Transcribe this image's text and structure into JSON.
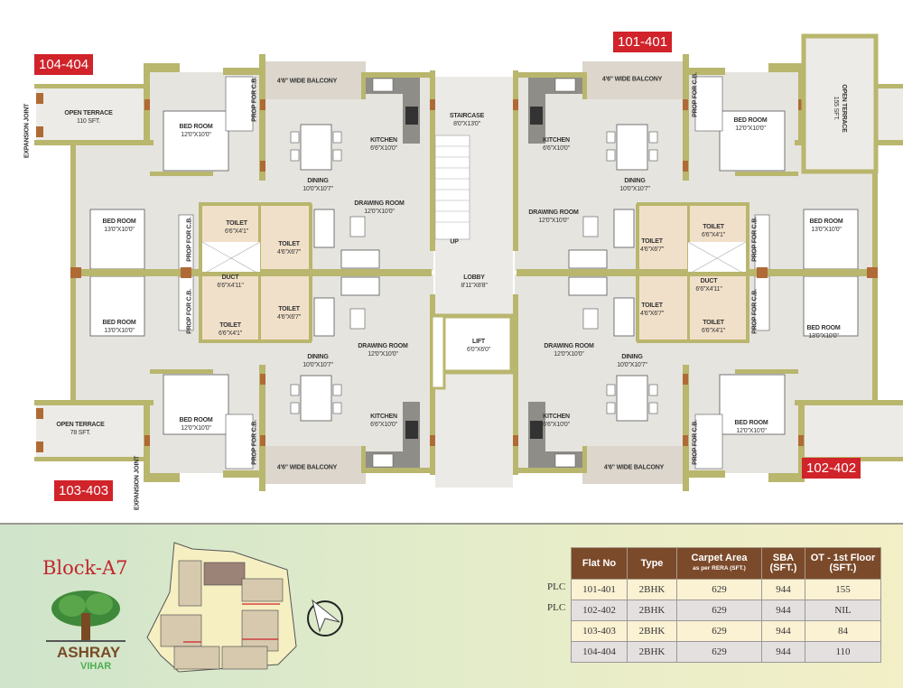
{
  "tags": {
    "u1": "104-404",
    "u2": "101-401",
    "u3": "103-403",
    "u4": "102-402"
  },
  "labels": {
    "expansion_joint": "EXPANSION JOINT",
    "open_terrace": "OPEN TERRACE",
    "terrace_110": "110 SFT.",
    "terrace_155": "155 SFT.",
    "terrace_78": "78 SFT.",
    "bed_room": "BED ROOM",
    "dim_bed12": "12'0\"X10'0\"",
    "dim_bed13": "13'0\"X10'0\"",
    "prop": "PROP FOR C.B.",
    "balcony": "4'6\" WIDE BALCONY",
    "kitchen": "KITCHEN",
    "dim_kitchen": "6'6\"X10'0\"",
    "dining": "DINING",
    "dim_dining": "10'0\"X10'7\"",
    "drawing": "DRAWING ROOM",
    "dim_drawing": "12'0\"X10'0\"",
    "toilet": "TOILET",
    "dim_toilet_a": "6'6\"X4'1\"",
    "dim_toilet_b": "4'6\"X6'7\"",
    "duct": "DUCT",
    "dim_duct": "6'6\"X4'11\"",
    "staircase": "STAIRCASE",
    "dim_stair": "8'0\"X13'0\"",
    "up": "UP",
    "lobby": "LOBBY",
    "dim_lobby": "8'11\"X8'8\"",
    "lift": "LIFT",
    "dim_lift": "6'0\"X6'0\""
  },
  "block_title": "Block-A7",
  "logo": {
    "line1": "ASHRAY",
    "line2": "VIHAR"
  },
  "table": {
    "headers": {
      "flat": "Flat No",
      "type": "Type",
      "carpet": "Carpet Area",
      "carpet_sub": "as per RERA (SFT.)",
      "sba": "SBA",
      "sba_sub": "(SFT.)",
      "ot": "OT - 1st Floor",
      "ot_sub": "(SFT.)"
    },
    "rows": [
      {
        "plc": "",
        "flat": "101-401",
        "type": "2BHK",
        "carpet": "629",
        "sba": "944",
        "ot": "155"
      },
      {
        "plc": "PLC",
        "flat": "102-402",
        "type": "2BHK",
        "carpet": "629",
        "sba": "944",
        "ot": "NIL"
      },
      {
        "plc": "PLC",
        "flat": "103-403",
        "type": "2BHK",
        "carpet": "629",
        "sba": "944",
        "ot": "84"
      },
      {
        "plc": "",
        "flat": "104-404",
        "type": "2BHK",
        "carpet": "629",
        "sba": "944",
        "ot": "110"
      }
    ]
  },
  "colors": {
    "wall": "#b9b66e",
    "tag": "#d0232a",
    "header": "#7b4a2a"
  }
}
